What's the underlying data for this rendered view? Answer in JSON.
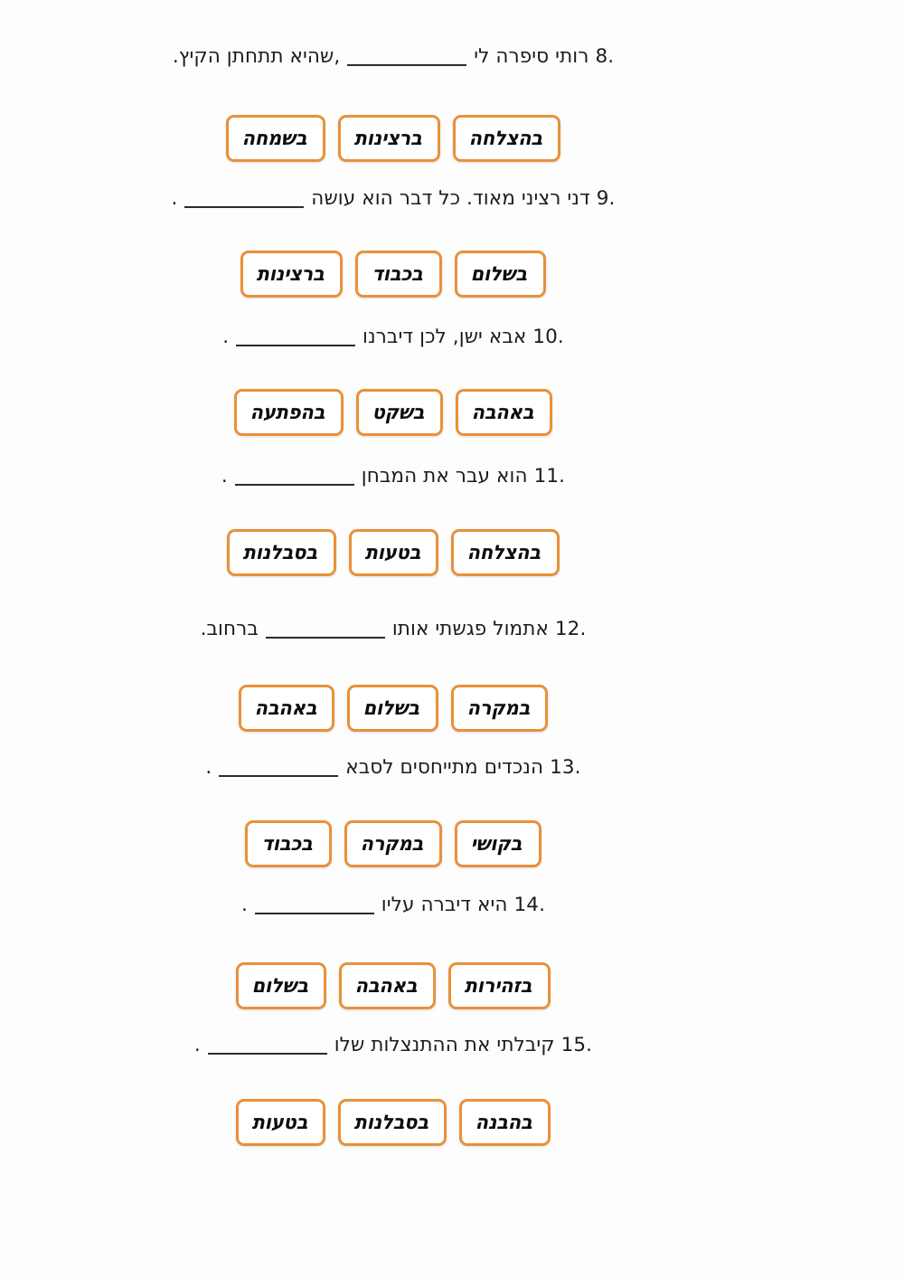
{
  "page": {
    "background_color": "#fdfdfd",
    "text_color": "#1b1b1b",
    "option_border_color": "#e8913a",
    "option_fill_color": "#ffffff",
    "blank_placeholder": "____________"
  },
  "questions": [
    {
      "number": "8.",
      "text_before_blank": "רותי סיפרה לי",
      "text_after_blank": ",שהיא תתחתן הקיץ.",
      "options": [
        "בהצלחה",
        "ברצינות",
        "בשמחה"
      ]
    },
    {
      "number": "9.",
      "text_before_blank": "דני רציני מאוד. כל דבר הוא עושה",
      "text_after_blank": ".",
      "options": [
        "בשלום",
        "בכבוד",
        "ברצינות"
      ]
    },
    {
      "number": "10.",
      "text_before_blank": "אבא ישן, לכן דיברנו",
      "text_after_blank": ".",
      "options": [
        "באהבה",
        "בשקט",
        "בהפתעה"
      ]
    },
    {
      "number": "11.",
      "text_before_blank": "הוא עבר את המבחן",
      "text_after_blank": ".",
      "options": [
        "בהצלחה",
        "בטעות",
        "בסבלנות"
      ]
    },
    {
      "number": "12.",
      "text_before_blank": "אתמול פגשתי אותו",
      "text_after_blank": "ברחוב.",
      "options": [
        "במקרה",
        "בשלום",
        "באהבה"
      ]
    },
    {
      "number": "13.",
      "text_before_blank": "הנכדים מתייחסים לסבא",
      "text_after_blank": ".",
      "options": [
        "בקושי",
        "במקרה",
        "בכבוד"
      ]
    },
    {
      "number": "14.",
      "text_before_blank": "היא דיברה עליו",
      "text_after_blank": ".",
      "options": [
        "בזהירות",
        "באהבה",
        "בשלום"
      ]
    },
    {
      "number": "15.",
      "text_before_blank": "קיבלתי את ההתנצלות שלו",
      "text_after_blank": ".",
      "options": [
        "בהבנה",
        "בסבלנות",
        "בטעות"
      ]
    }
  ]
}
